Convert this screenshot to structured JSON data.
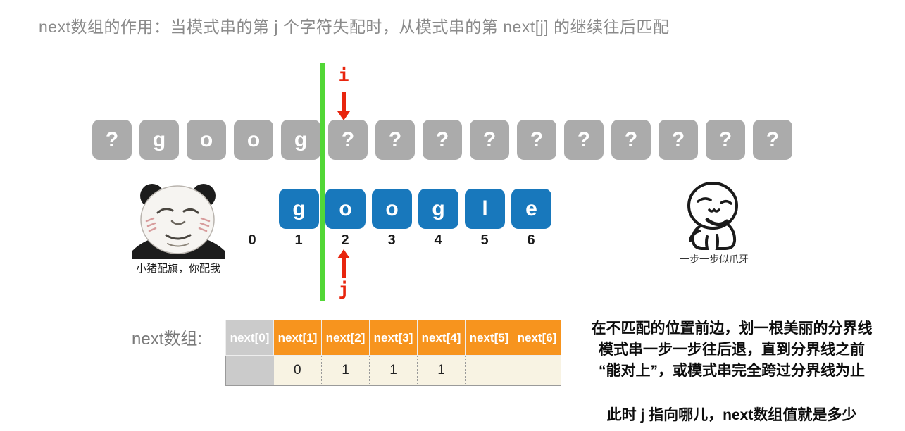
{
  "title": "next数组的作用：当模式串的第 j 个字符失配时，从模式串的第 next[j] 的继续往后匹配",
  "colors": {
    "divider_green": "#52d736",
    "pointer_red": "#e8250e",
    "main_box_gray": "#ababab",
    "pattern_box_blue": "#1878bc",
    "table_header_orange": "#f7941e",
    "table_header_gray": "#cbcbcb",
    "table_value_cream": "#f8f3e3"
  },
  "main_string": {
    "cells": [
      "?",
      "g",
      "o",
      "o",
      "g",
      "?",
      "?",
      "?",
      "?",
      "?",
      "?",
      "?",
      "?",
      "?",
      "?"
    ]
  },
  "pattern_string": {
    "cells": [
      "g",
      "o",
      "o",
      "g",
      "l",
      "e"
    ],
    "indices": [
      "0",
      "1",
      "2",
      "3",
      "4",
      "5",
      "6"
    ]
  },
  "pointers": {
    "i_label": "i",
    "j_label": "j"
  },
  "memes": {
    "left_caption": "小猪配旗，你配我",
    "right_caption": "一步一步似爪牙"
  },
  "next_table": {
    "label": "next数组:",
    "headers": [
      "next[0]",
      "next[1]",
      "next[2]",
      "next[3]",
      "next[4]",
      "next[5]",
      "next[6]"
    ],
    "values": [
      "",
      "0",
      "1",
      "1",
      "1",
      "",
      ""
    ]
  },
  "note": {
    "line1": "在不匹配的位置前边，划一根美丽的分界线",
    "line2": "模式串一步一步往后退，直到分界线之前",
    "line3": "“能对上”，或模式串完全跨过分界线为止",
    "footer": "此时 j 指向哪儿，next数组值就是多少"
  }
}
